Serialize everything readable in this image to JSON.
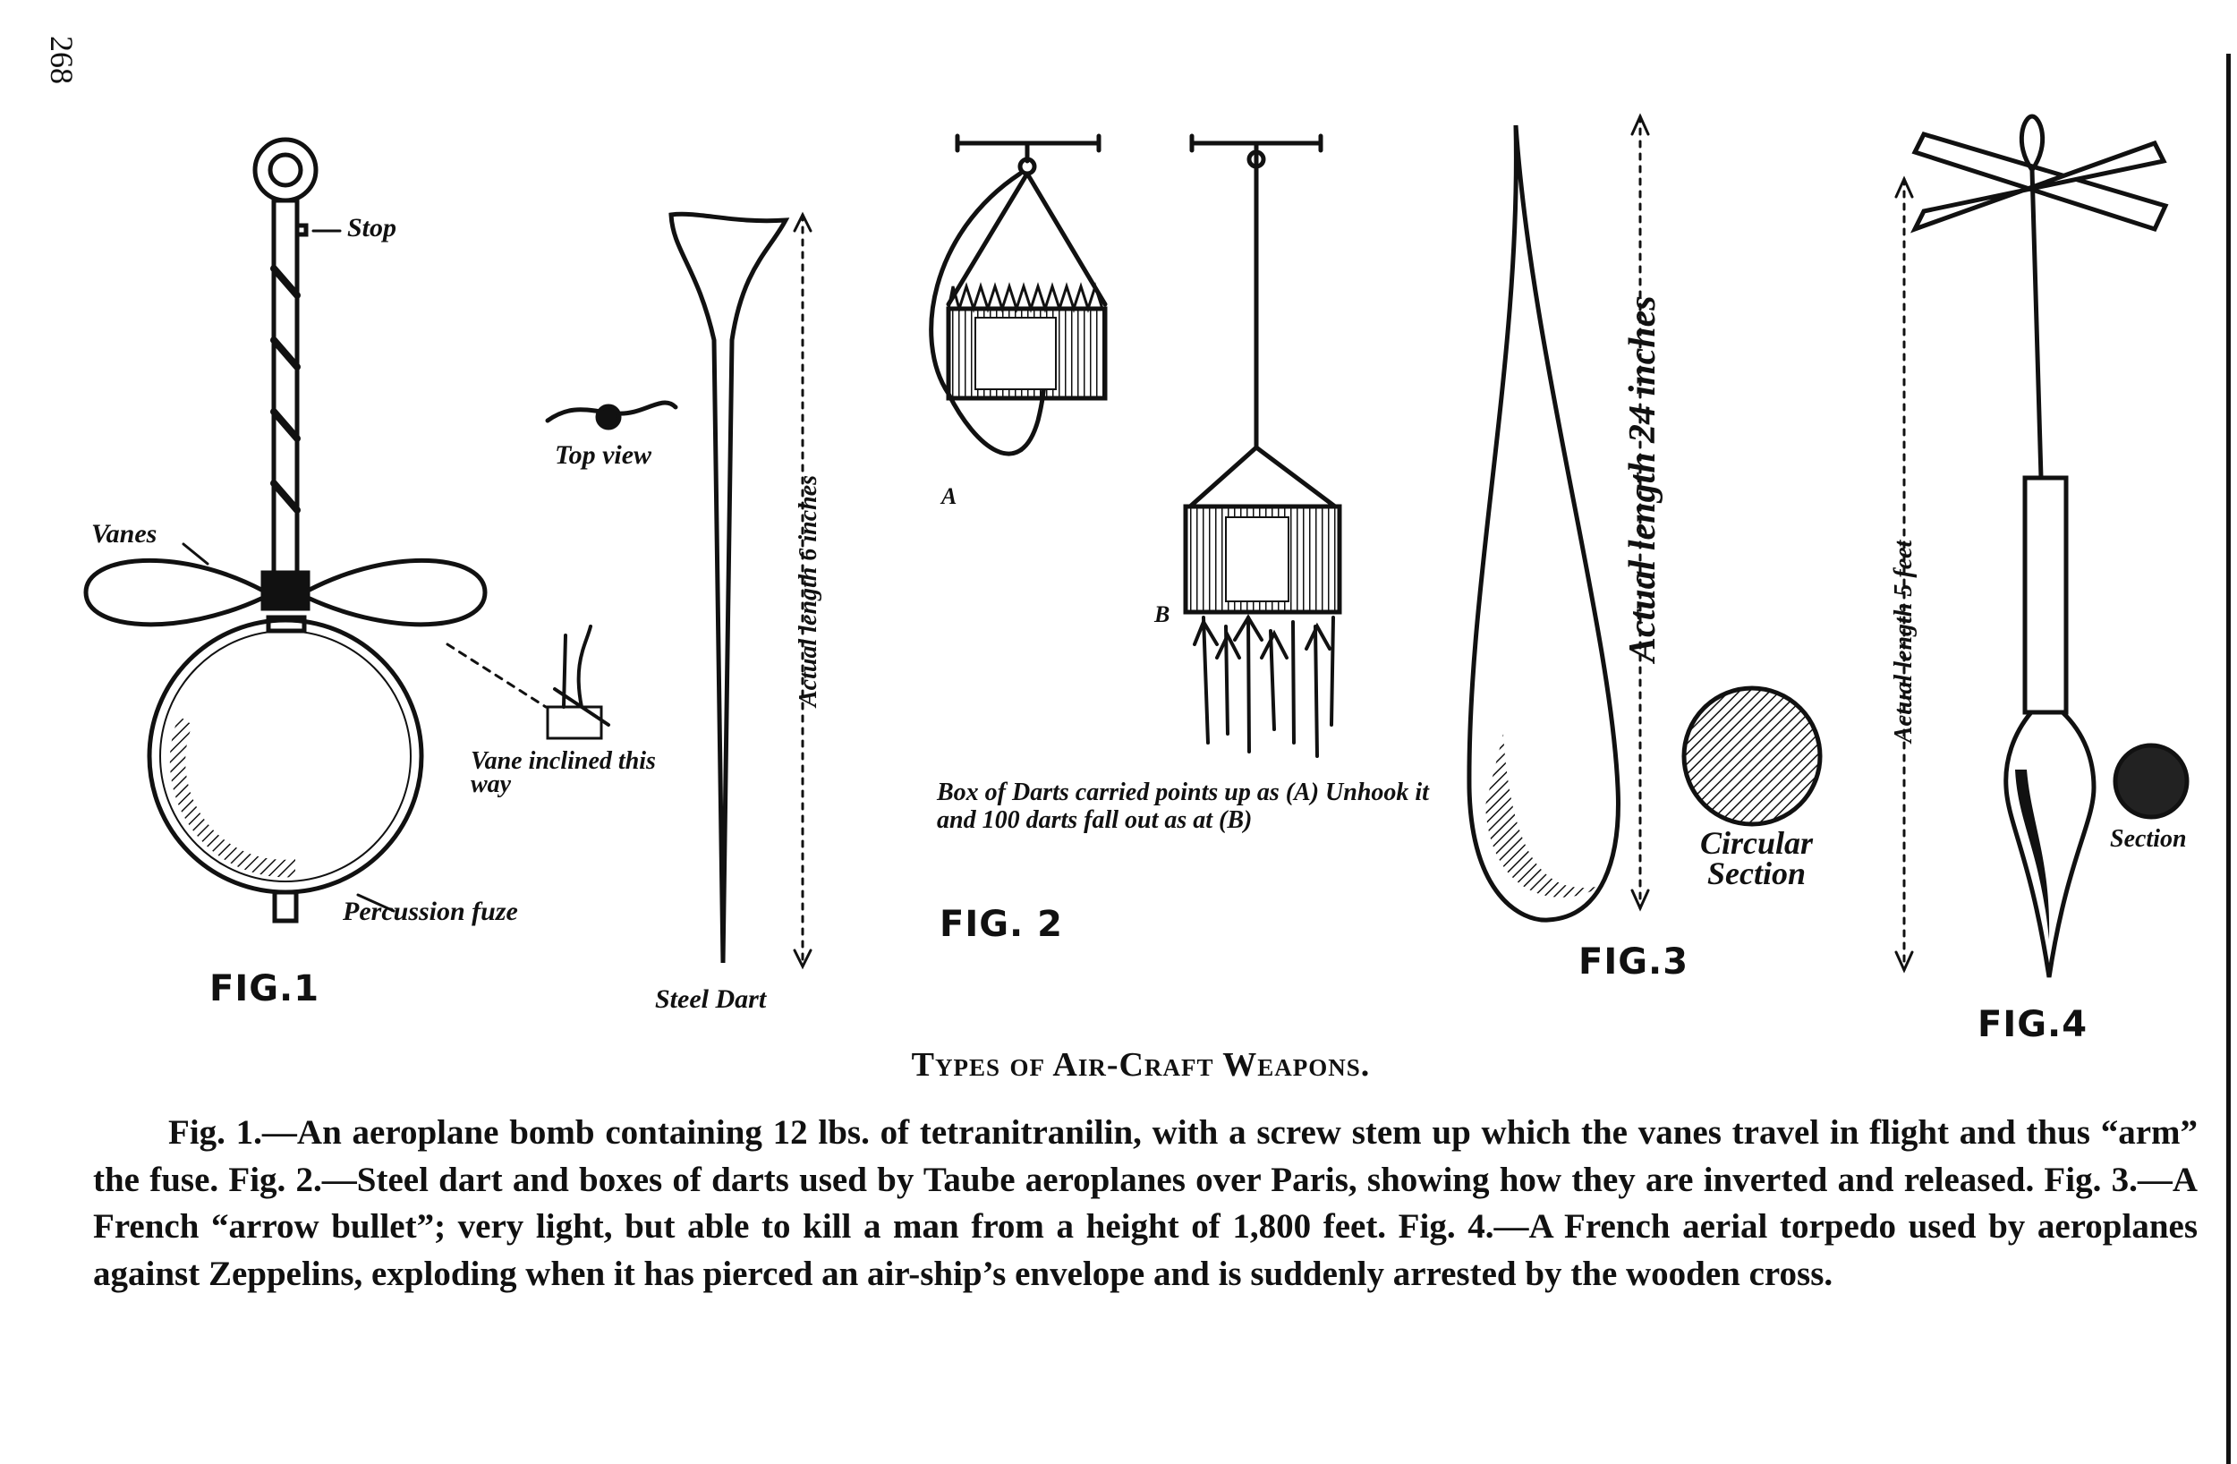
{
  "page_number": "268",
  "figures": {
    "fig1": {
      "label": "FIG.1",
      "stop": "Stop",
      "vanes": "Vanes",
      "vane_inclined": "Vane inclined this way",
      "fuze": "Percussion fuze"
    },
    "dart": {
      "top_view": "Top view",
      "name": "Steel Dart",
      "length": "Actual length 6 inches"
    },
    "fig2": {
      "label": "FIG. 2",
      "a": "A",
      "b": "B",
      "note": "Box of Darts carried points up as (A) Unhook it and 100 darts fall out as at (B)"
    },
    "fig3": {
      "label": "FIG.3",
      "length": "Actual length 24 inches",
      "section": "Circular Section"
    },
    "fig4": {
      "label": "FIG.4",
      "length": "Actual length 5 feet",
      "section": "Section"
    }
  },
  "title": "Types of Air-Craft Weapons.",
  "caption": "Fig. 1.—An aeroplane bomb containing 12 lbs. of tetranitranilin, with a screw stem up which the vanes travel in flight and thus “arm” the fuse.  Fig. 2.—Steel dart and boxes of darts used by Taube aeroplanes over Paris, showing how they are inverted and released.  Fig. 3.—A French “arrow bullet”; very light, but able to kill a man from a height of 1,800 feet.  Fig. 4.—A French aerial torpedo used by aeroplanes against Zeppelins, exploding when it has pierced an air-ship’s envelope and is suddenly arrested by the wooden cross."
}
